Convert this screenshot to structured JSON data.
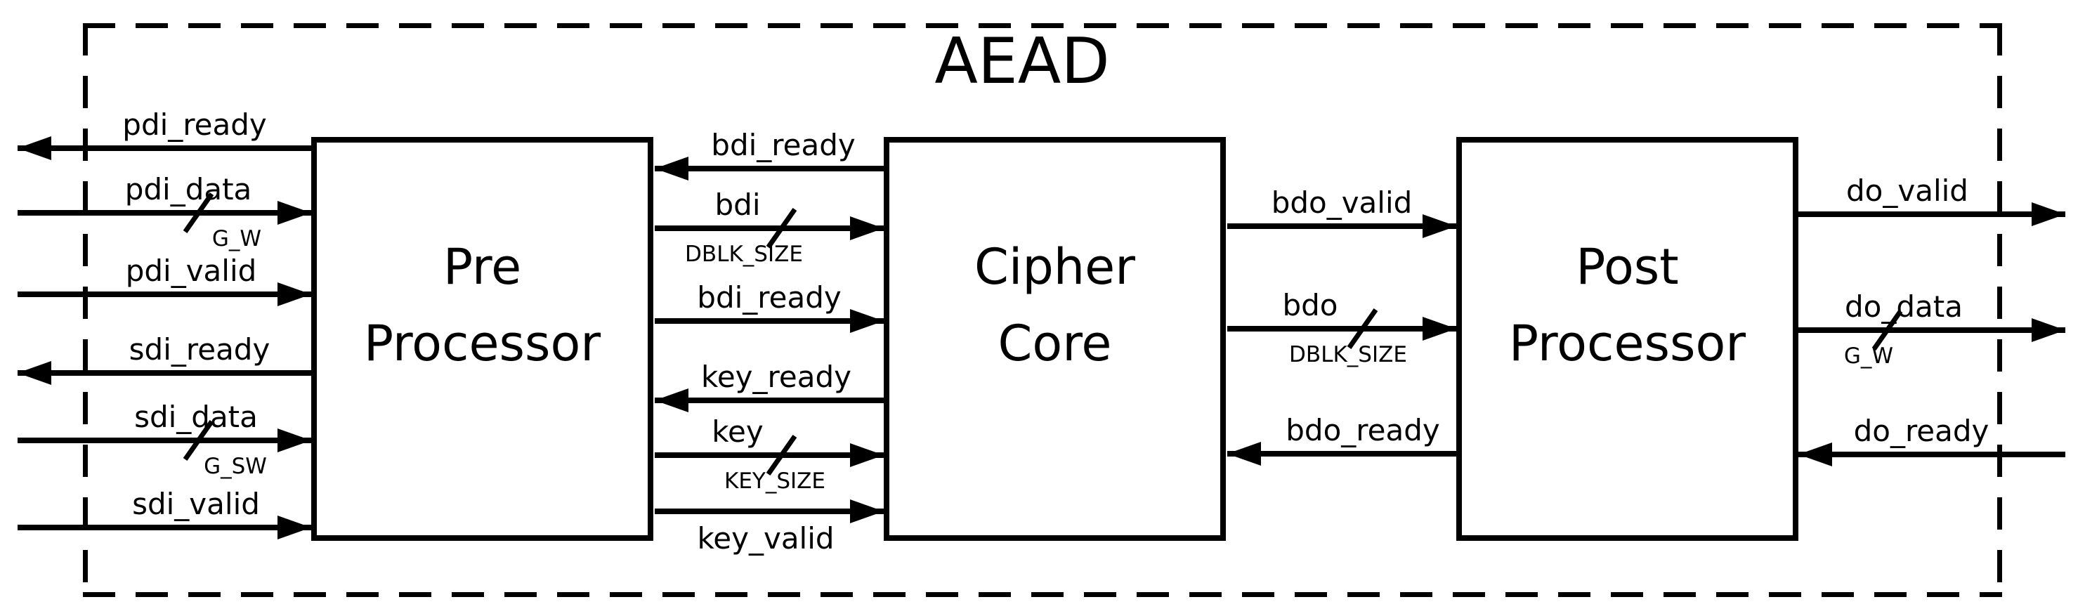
{
  "title": "AEAD",
  "colors": {
    "ink": "#000000",
    "background": "#ffffff"
  },
  "blocks": {
    "pre": {
      "line1": "Pre",
      "line2": "Processor"
    },
    "cipher": {
      "line1": "Cipher",
      "line2": "Core"
    },
    "post": {
      "line1": "Post",
      "line2": "Processor"
    }
  },
  "signals": {
    "pdi_ready": {
      "label": "pdi_ready",
      "direction": "left"
    },
    "pdi_data": {
      "label": "pdi_data",
      "direction": "right",
      "bus_width": "G_W"
    },
    "pdi_valid": {
      "label": "pdi_valid",
      "direction": "right"
    },
    "sdi_ready": {
      "label": "sdi_ready",
      "direction": "left"
    },
    "sdi_data": {
      "label": "sdi_data",
      "direction": "right",
      "bus_width": "G_SW"
    },
    "sdi_valid": {
      "label": "sdi_valid",
      "direction": "right"
    },
    "bdi_ready_to_pre": {
      "label": "bdi_ready",
      "direction": "left"
    },
    "bdi": {
      "label": "bdi",
      "direction": "right",
      "bus_width": "DBLK_SIZE"
    },
    "bdi_ready_to_cipher": {
      "label": "bdi_ready",
      "direction": "right"
    },
    "key_ready": {
      "label": "key_ready",
      "direction": "left"
    },
    "key": {
      "label": "key",
      "direction": "right",
      "bus_width": "KEY_SIZE"
    },
    "key_valid": {
      "label": "key_valid",
      "direction": "right"
    },
    "bdo_valid": {
      "label": "bdo_valid",
      "direction": "right"
    },
    "bdo": {
      "label": "bdo",
      "direction": "right",
      "bus_width": "DBLK_SIZE"
    },
    "bdo_ready": {
      "label": "bdo_ready",
      "direction": "left"
    },
    "do_valid": {
      "label": "do_valid",
      "direction": "right"
    },
    "do_data": {
      "label": "do_data",
      "direction": "right",
      "bus_width": "G_W"
    },
    "do_ready": {
      "label": "do_ready",
      "direction": "left"
    }
  }
}
